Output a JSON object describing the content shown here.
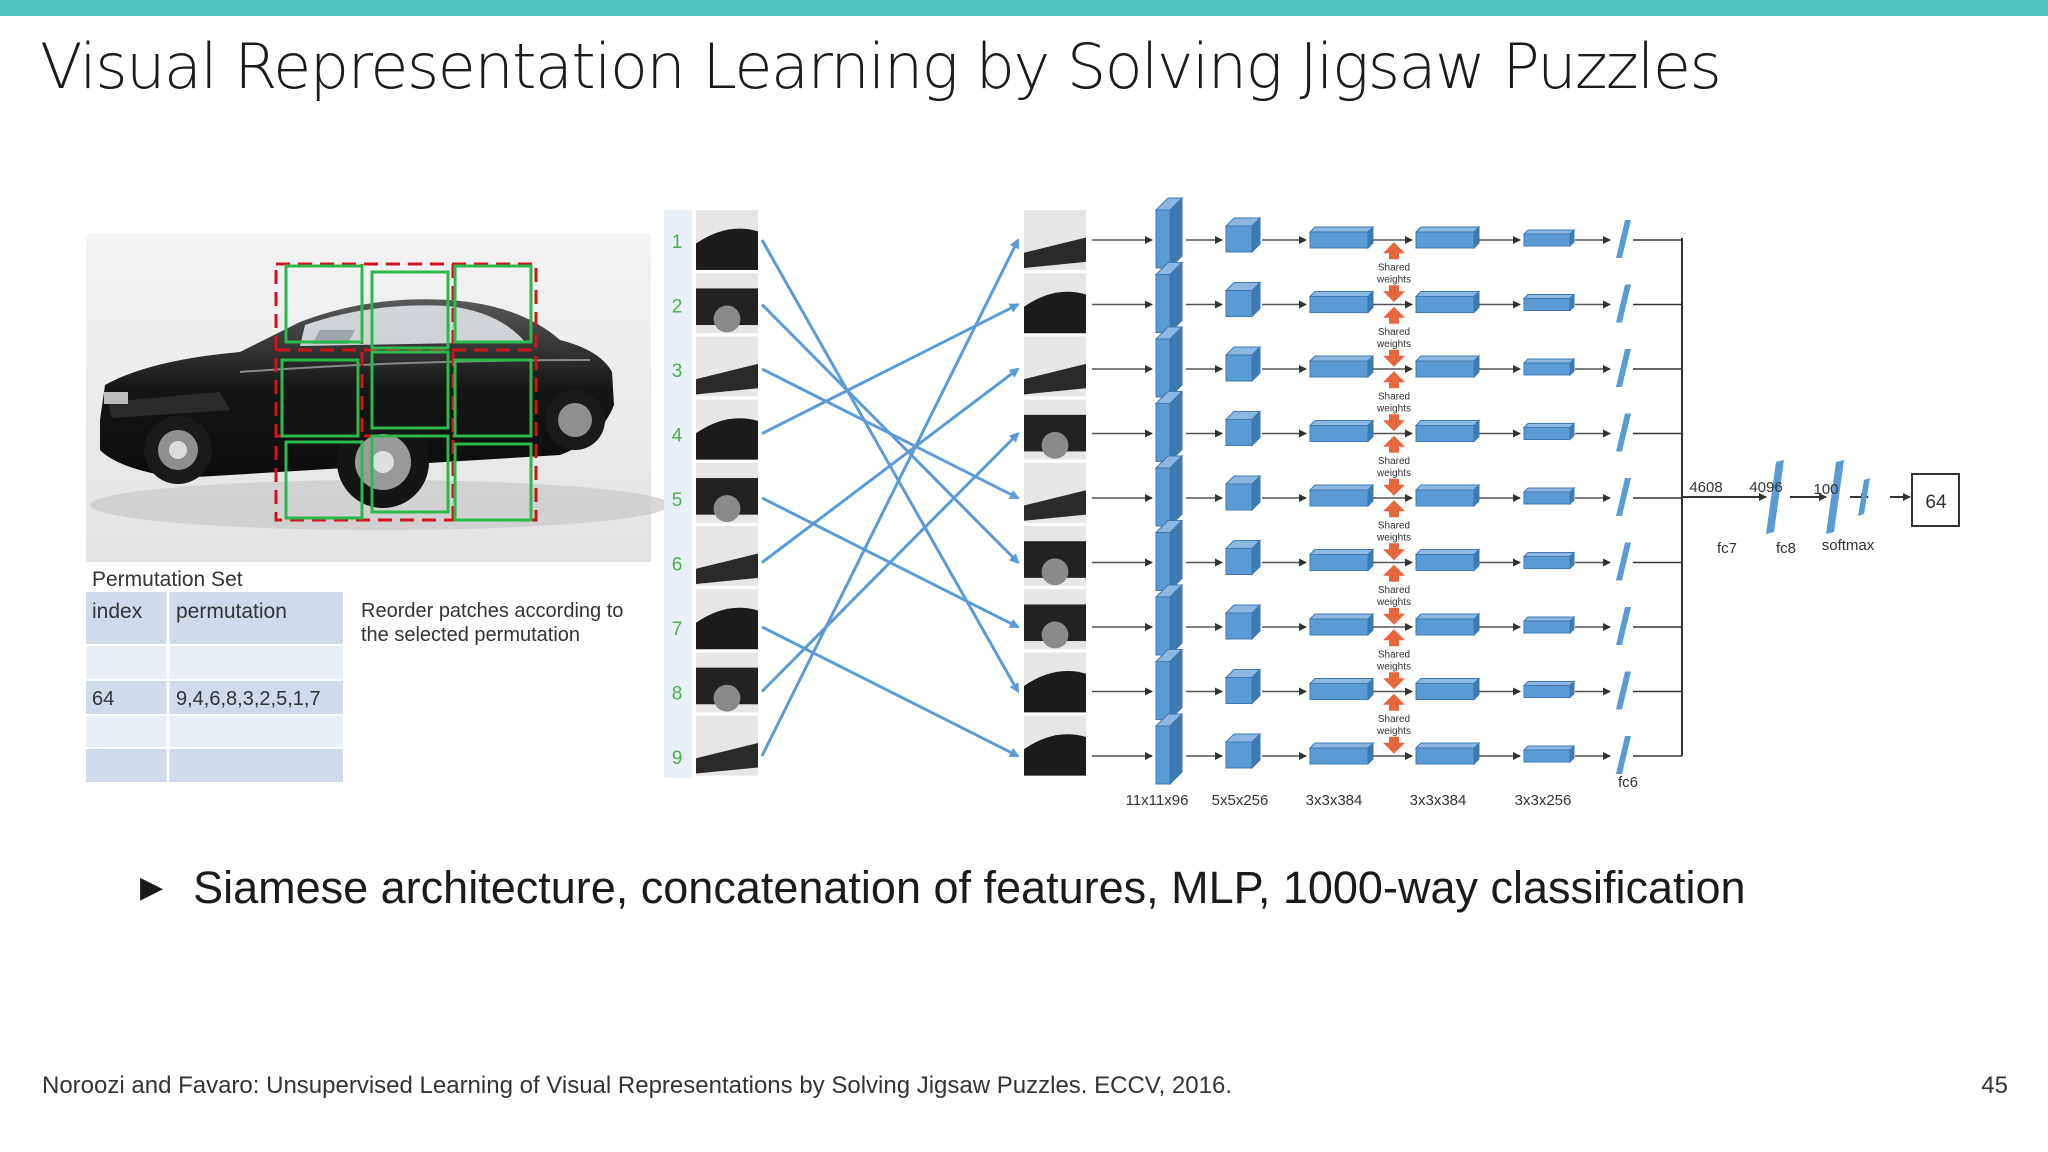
{
  "slide": {
    "title": "Visual Representation Learning by Solving Jigsaw Puzzles",
    "bullet": "Siamese architecture, concatenation of features, MLP, 1000-way classification",
    "footer": "Noroozi and Favaro: Unsupervised Learning of Visual Representations by Solving Jigsaw Puzzles. ECCV, 2016.",
    "page_number": "45",
    "accent_color": "#4fc6c0"
  },
  "figure": {
    "permutation_set_title": "Permutation Set",
    "table_headers": [
      "index",
      "permutation"
    ],
    "table_rows": [
      [
        "",
        ""
      ],
      [
        "64",
        "9,4,6,8,3,2,5,1,7"
      ],
      [
        "",
        ""
      ],
      [
        "",
        ""
      ]
    ],
    "reorder_note_line1": "Reorder patches according to",
    "reorder_note_line2": "the selected permutation",
    "patch_numbers": [
      "1",
      "2",
      "3",
      "4",
      "5",
      "6",
      "7",
      "8",
      "9"
    ],
    "shared_weights_line1": "Shared",
    "shared_weights_line2": "weights",
    "layer_labels": [
      "11x11x96",
      "5x5x256",
      "3x3x384",
      "3x3x384",
      "3x3x256"
    ],
    "fc6_label": "fc6",
    "fc_dims": [
      "4608",
      "4096",
      "100"
    ],
    "fc_labels": [
      "fc7",
      "fc8",
      "softmax"
    ],
    "output_value": "64",
    "permutation_mapping": [
      9,
      4,
      6,
      8,
      3,
      2,
      5,
      1,
      7
    ],
    "colors": {
      "arrow_blue": "#5b9bd5",
      "block_blue": "#5b9bd5",
      "shared_red": "#e8663d",
      "patch_number_green": "#4cae4c",
      "red_grid": "#d0121b",
      "green_grid": "#2db84d",
      "table_header_bg": "#cfdbeb",
      "table_row_bg": "#e9eff7"
    }
  }
}
